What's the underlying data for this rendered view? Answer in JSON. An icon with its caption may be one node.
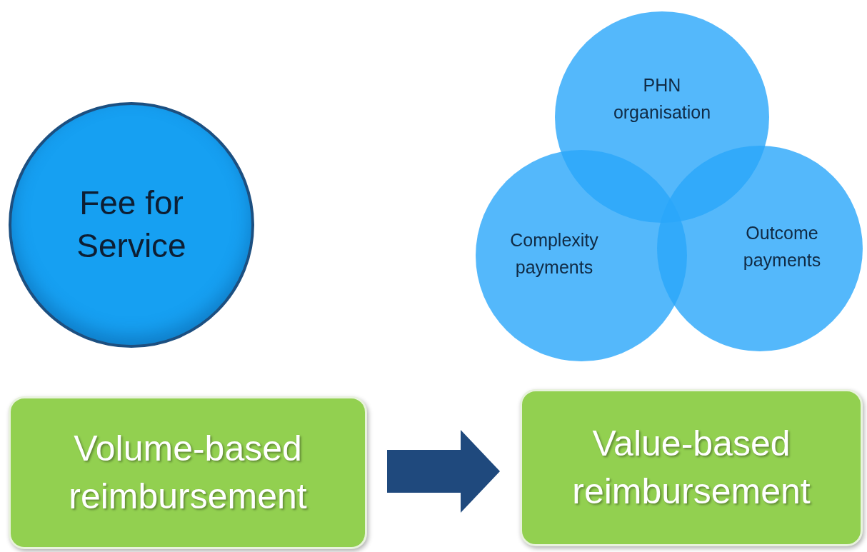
{
  "diagram": {
    "nodes": [
      {
        "text": [
          "Fee for Service"
        ]
      },
      {
        "text": [
          "PHN organisation"
        ]
      },
      {
        "text": [
          "Complexity payments"
        ]
      },
      {
        "text": [
          "Outcome payments"
        ]
      },
      {
        "text": [
          "Volume-based reimbursement"
        ]
      },
      {
        "text": [
          "Value-based reimbursement"
        ]
      }
    ],
    "edges": [
      {
        "from": 4,
        "to": 5,
        "arrow": "to",
        "style": "thick",
        "color": "#1f497d"
      }
    ]
  }
}
